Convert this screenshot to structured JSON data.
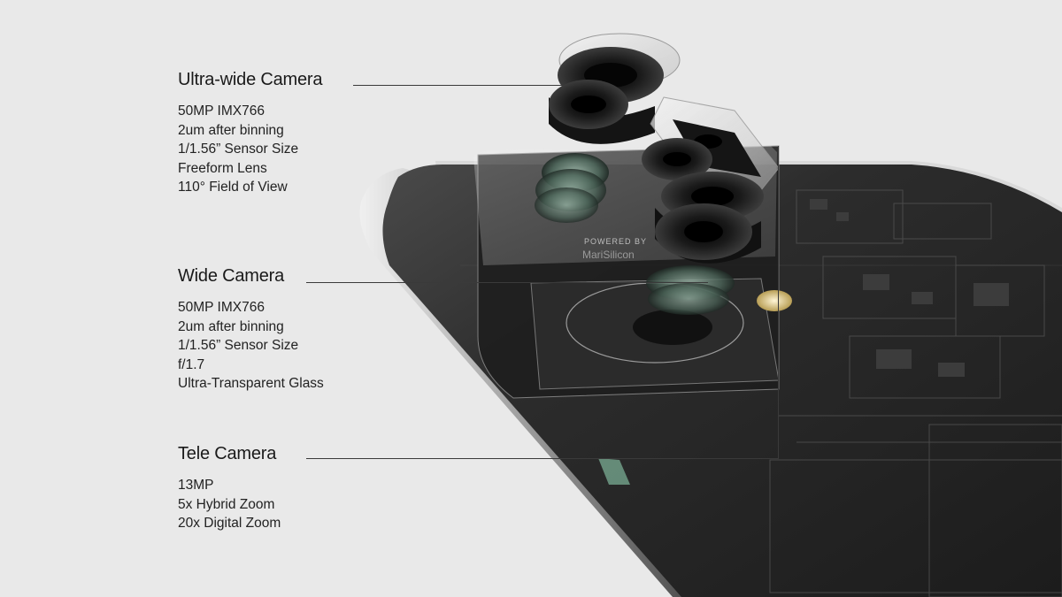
{
  "specs": {
    "ultra_wide": {
      "title": "Ultra-wide Camera",
      "lines": [
        "50MP IMX766",
        "2um after binning",
        "1/1.56” Sensor Size",
        "Freeform Lens",
        "110° Field of View"
      ]
    },
    "wide": {
      "title": "Wide Camera",
      "lines": [
        "50MP IMX766",
        "2um after binning",
        "1/1.56” Sensor Size",
        "f/1.7",
        "Ultra-Transparent Glass"
      ]
    },
    "tele": {
      "title": "Tele Camera",
      "lines": [
        "13MP",
        "5x Hybrid Zoom",
        "20x Digital Zoom"
      ]
    }
  },
  "module_branding": {
    "line1": "POWERED BY",
    "line2": "MariSilicon"
  },
  "colors": {
    "background": "#e9e9e9",
    "text": "#1a1a1a",
    "phone_body": "#2b2b2b",
    "lens_black": "#111111",
    "lens_glass_tint": "#6d8a7c",
    "flash": "#e8d9a8"
  }
}
